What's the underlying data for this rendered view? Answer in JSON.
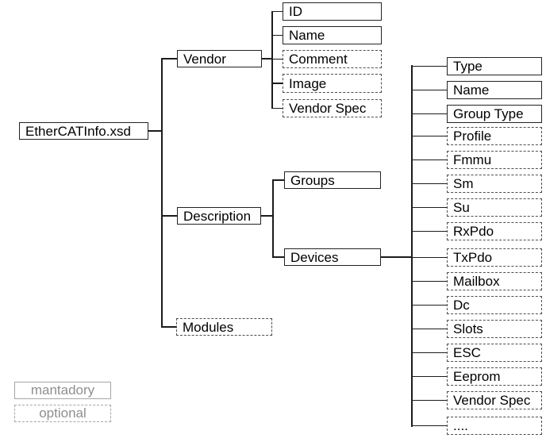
{
  "diagram": {
    "tree": {
      "root": {
        "id": "ethercatinfo",
        "label": "EtherCATInfo.xsd",
        "kind": "mandatory"
      },
      "nodes": [
        {
          "id": "vendor",
          "label": "Vendor",
          "kind": "mandatory",
          "parent": "ethercatinfo"
        },
        {
          "id": "description",
          "label": "Description",
          "kind": "mandatory",
          "parent": "ethercatinfo"
        },
        {
          "id": "modules",
          "label": "Modules",
          "kind": "optional",
          "parent": "ethercatinfo"
        },
        {
          "id": "id",
          "label": "ID",
          "kind": "mandatory",
          "parent": "vendor"
        },
        {
          "id": "name1",
          "label": "Name",
          "kind": "mandatory",
          "parent": "vendor"
        },
        {
          "id": "comment",
          "label": "Comment",
          "kind": "optional",
          "parent": "vendor"
        },
        {
          "id": "image",
          "label": "Image",
          "kind": "optional",
          "parent": "vendor"
        },
        {
          "id": "vendorspec1",
          "label": "Vendor Spec",
          "kind": "optional",
          "parent": "vendor"
        },
        {
          "id": "groups",
          "label": "Groups",
          "kind": "mandatory",
          "parent": "description"
        },
        {
          "id": "devices",
          "label": "Devices",
          "kind": "mandatory",
          "parent": "description"
        },
        {
          "id": "type",
          "label": "Type",
          "kind": "mandatory",
          "parent": "devices"
        },
        {
          "id": "name2",
          "label": "Name",
          "kind": "mandatory",
          "parent": "devices"
        },
        {
          "id": "grouptype",
          "label": "Group Type",
          "kind": "mandatory",
          "parent": "devices"
        },
        {
          "id": "profile",
          "label": "Profile",
          "kind": "optional",
          "parent": "devices"
        },
        {
          "id": "fmmu",
          "label": "Fmmu",
          "kind": "optional",
          "parent": "devices"
        },
        {
          "id": "sm",
          "label": "Sm",
          "kind": "optional",
          "parent": "devices"
        },
        {
          "id": "su",
          "label": "Su",
          "kind": "optional",
          "parent": "devices"
        },
        {
          "id": "rxpdo",
          "label": "RxPdo",
          "kind": "optional",
          "parent": "devices"
        },
        {
          "id": "txpdo",
          "label": "TxPdo",
          "kind": "optional",
          "parent": "devices"
        },
        {
          "id": "mailbox",
          "label": "Mailbox",
          "kind": "optional",
          "parent": "devices"
        },
        {
          "id": "dc",
          "label": "Dc",
          "kind": "optional",
          "parent": "devices"
        },
        {
          "id": "slots",
          "label": "Slots",
          "kind": "optional",
          "parent": "devices"
        },
        {
          "id": "esc",
          "label": "ESC",
          "kind": "optional",
          "parent": "devices"
        },
        {
          "id": "eeprom",
          "label": "Eeprom",
          "kind": "optional",
          "parent": "devices"
        },
        {
          "id": "vendorspec2",
          "label": "Vendor Spec",
          "kind": "optional",
          "parent": "devices"
        },
        {
          "id": "dots",
          "label": "....",
          "kind": "optional",
          "parent": "devices"
        }
      ]
    },
    "legend": {
      "mandatory": "mantadory",
      "optional": "optional"
    },
    "colors": {
      "background": "#ffffff",
      "text": "#000000",
      "box_border": "#222222",
      "optional_border": "#4d4d4d",
      "line": "#1c1c1c",
      "legend_text": "#8f8f8f",
      "legend_border": "#a6a6a6"
    }
  }
}
